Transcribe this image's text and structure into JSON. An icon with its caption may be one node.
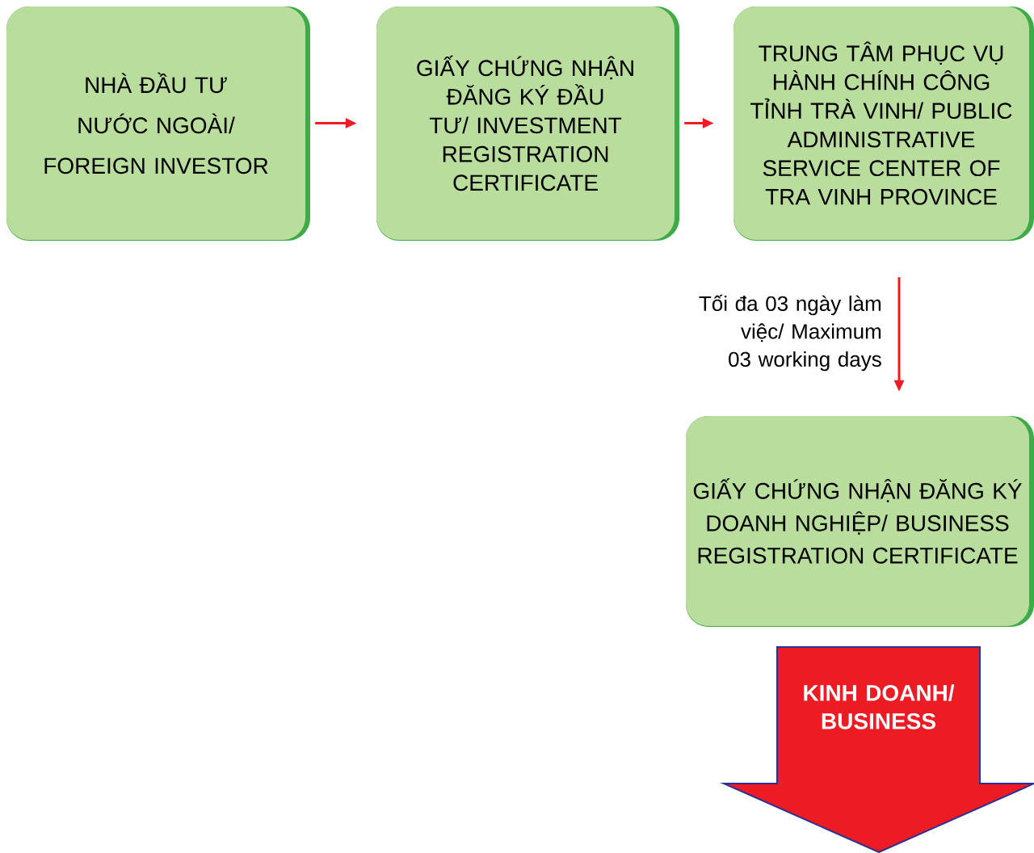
{
  "diagram": {
    "nodes": [
      {
        "text": [
          "NHÀ ĐẦU TƯ NƯỚC NGOÀI/ FOREIGN INVESTOR"
        ]
      },
      {
        "text": [
          "GIẤY CHỨNG NHẬN ĐĂNG KÝ ĐẦU TƯ/ INVESTMENT REGISTRATION CERTIFICATE"
        ]
      },
      {
        "text": [
          "TRUNG TÂM PHỤC VỤ HÀNH CHÍNH CÔNG TỈNH TRÀ VINH/ PUBLIC ADMINISTRATIVE SERVICE CENTER OF TRA VINH PROVINCE"
        ]
      },
      {
        "text": [
          "GIẤY CHỨNG NHẬN ĐĂNG KÝ DOANH NGHIỆP/ BUSINESS REGISTRATION CERTIFICATE"
        ]
      },
      {
        "text": [
          "KINH DOANH/ BUSINESS"
        ]
      }
    ],
    "edges": [
      {
        "from": 0,
        "to": 1,
        "arrow": "to"
      },
      {
        "from": 1,
        "to": 2,
        "arrow": "to"
      },
      {
        "from": 2,
        "to": 3,
        "arrow": "to",
        "label": "Tối đa 03 ngày làm việc/ Maximum 03 working days"
      }
    ]
  }
}
